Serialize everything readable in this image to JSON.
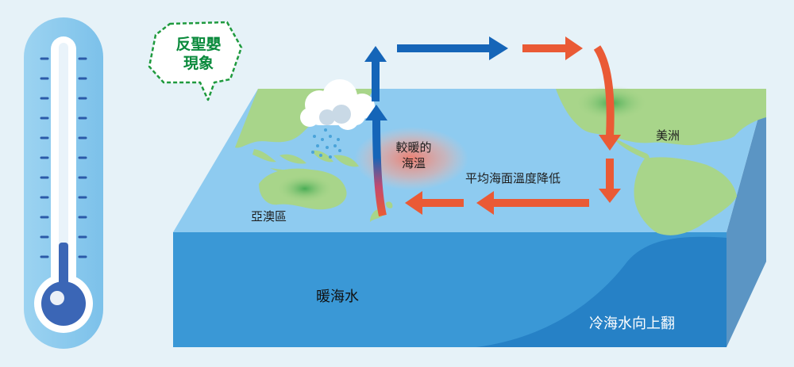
{
  "badge": {
    "line1": "反聖嬰",
    "line2": "現象"
  },
  "labels": {
    "warm_sst_line1": "較暖的",
    "warm_sst_line2": "海溫",
    "avg_sst_lower": "平均海面溫度降低",
    "americas": "美洲",
    "australasia": "亞澳區",
    "warm_water": "暖海水",
    "cold_upwelling": "冷海水向上翻"
  },
  "colors": {
    "background": "#e6f2f8",
    "ocean_surface": "#8ecbf0",
    "ocean_front": "#3a98d6",
    "ocean_deep": "#2681c6",
    "land": "#a8d58a",
    "arrow_blue": "#1565b8",
    "arrow_red": "#ea5a35",
    "badge_green": "#1f9a3e"
  },
  "icons": [
    "thermometer-icon",
    "rain-cloud-icon"
  ]
}
